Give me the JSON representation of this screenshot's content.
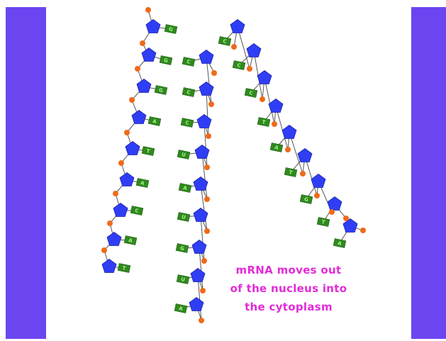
{
  "colors": {
    "side_bar": "#6b46f0",
    "sugar": "#2f3ef5",
    "phosphate": "#f06a1a",
    "base_box": "#2f8a1e",
    "base_text": "#a8f08a",
    "caption": "#e32ad8"
  },
  "strands": {
    "dna_left": [
      "G",
      "G",
      "G",
      "A",
      "T",
      "A",
      "C",
      "A",
      "T"
    ],
    "mrna": [
      "C",
      "C",
      "C",
      "U",
      "A",
      "U",
      "G",
      "U",
      "A"
    ],
    "dna_right": [
      "C",
      "C",
      "C",
      "T",
      "A",
      "T",
      "G",
      "T",
      "A"
    ]
  },
  "caption": {
    "line1": "mRNA moves out",
    "line2": "of the nucleus into",
    "line3": "the cytoplasm"
  }
}
